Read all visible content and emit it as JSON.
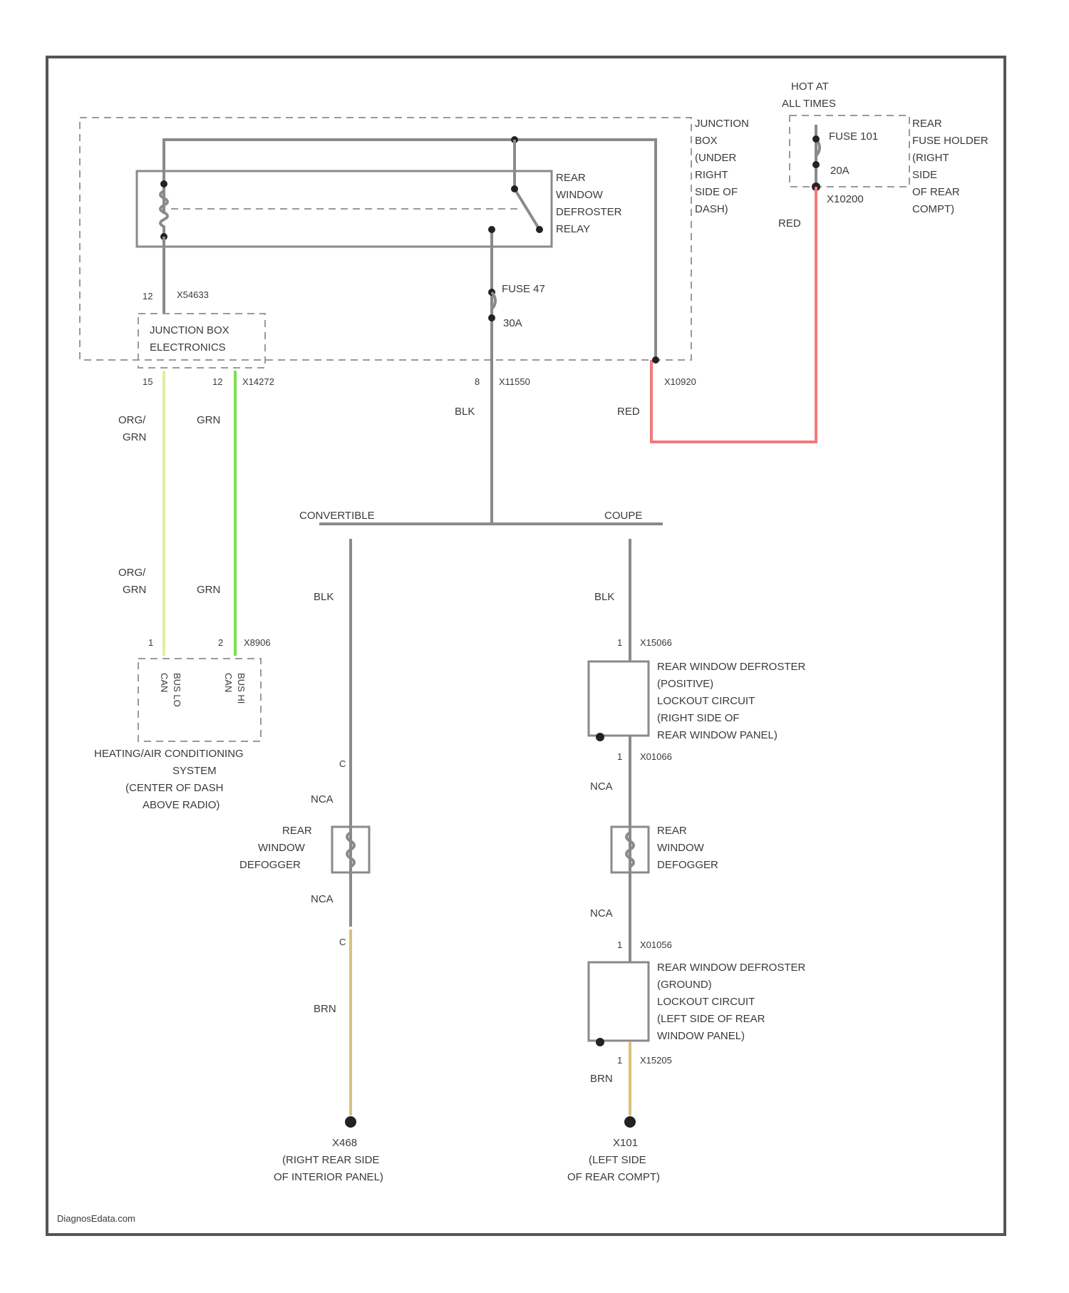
{
  "colors": {
    "wire_default": "#8a8a8a",
    "wire_red": "#f07a7a",
    "wire_org_grn": "#e3eea0",
    "wire_grn": "#7be04a",
    "wire_brn": "#d8c27a"
  },
  "top": {
    "hot_at": [
      "HOT AT",
      "ALL TIMES"
    ],
    "rear_fuse_holder": [
      "REAR",
      "FUSE HOLDER",
      "(RIGHT",
      "SIDE",
      "OF REAR",
      "COMPT)"
    ],
    "fuse_101": "FUSE 101",
    "fuse_101_amp": "20A",
    "conn_x10200": "X10200",
    "red_1": "RED"
  },
  "junction_box": {
    "label": [
      "JUNCTION",
      "BOX",
      "(UNDER",
      "RIGHT",
      "SIDE OF",
      "DASH)"
    ],
    "relay_label": [
      "REAR",
      "WINDOW",
      "DEFROSTER",
      "RELAY"
    ],
    "fuse_47": "FUSE 47",
    "fuse_47_amp": "30A",
    "jbe_label": [
      "JUNCTION BOX",
      "ELECTRONICS"
    ],
    "jbe_pin_top": "12",
    "jbe_conn_top": "X54633",
    "jbe_pin_l": "15",
    "jbe_pin_r": "12",
    "jbe_conn_bottom": "X14272",
    "mid_pin": "8",
    "mid_conn": "X11550",
    "right_conn": "X10920",
    "wire_blk": "BLK",
    "wire_red": "RED"
  },
  "left": {
    "org_grn_1": [
      "ORG/",
      "GRN"
    ],
    "grn_1": "GRN",
    "org_grn_2": [
      "ORG/",
      "GRN"
    ],
    "grn_2": "GRN",
    "pin_l": "1",
    "pin_r": "2",
    "conn": "X8906",
    "can_l": [
      "CAN",
      "BUS LO"
    ],
    "can_r": [
      "CAN",
      "BUS HI"
    ],
    "hvac_label": [
      "HEATING/AIR CONDITIONING",
      "SYSTEM",
      "(CENTER OF DASH",
      "ABOVE RADIO)"
    ]
  },
  "branches": {
    "convertible": "CONVERTIBLE",
    "coupe": "COUPE"
  },
  "convertible": {
    "blk": "BLK",
    "pin_top": "C",
    "nca_1": "NCA",
    "defogger": [
      "REAR",
      "WINDOW",
      "DEFOGGER"
    ],
    "nca_2": "NCA",
    "pin_bottom": "C",
    "brn": "BRN",
    "ground_id": "X468",
    "ground_label": [
      "(RIGHT REAR SIDE",
      "OF INTERIOR PANEL)"
    ]
  },
  "coupe": {
    "blk": "BLK",
    "pin_1": "1",
    "conn_1": "X15066",
    "lockout_pos": [
      "REAR WINDOW DEFROSTER",
      "(POSITIVE)",
      "LOCKOUT CIRCUIT",
      "(RIGHT SIDE OF",
      "REAR WINDOW PANEL)"
    ],
    "pin_2": "1",
    "conn_2": "X01066",
    "nca_1": "NCA",
    "defogger": [
      "REAR",
      "WINDOW",
      "DEFOGGER"
    ],
    "nca_2": "NCA",
    "pin_3": "1",
    "conn_3": "X01056",
    "lockout_gnd": [
      "REAR WINDOW DEFROSTER",
      "(GROUND)",
      "LOCKOUT CIRCUIT",
      "(LEFT SIDE OF REAR",
      "WINDOW PANEL)"
    ],
    "pin_4": "1",
    "conn_4": "X15205",
    "brn": "BRN",
    "ground_id": "X101",
    "ground_label": [
      "(LEFT SIDE",
      "OF REAR COMPT)"
    ]
  },
  "footer": {
    "watermark": "DiagnosEdata.com"
  }
}
